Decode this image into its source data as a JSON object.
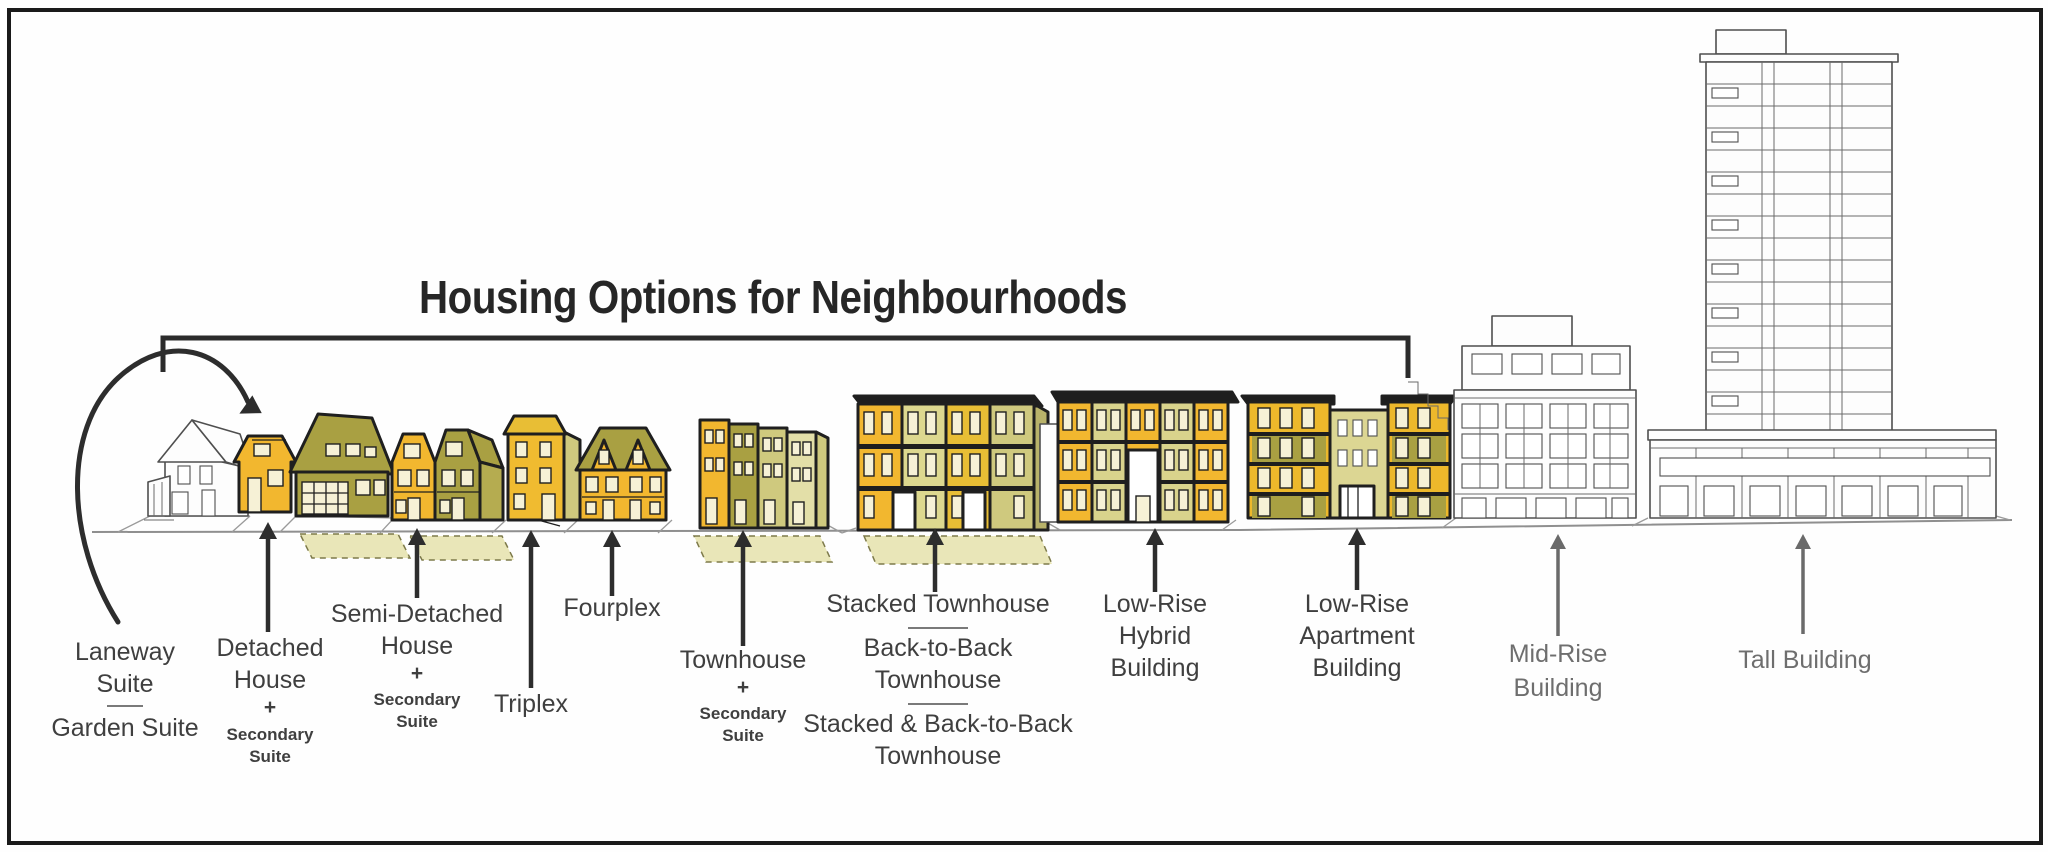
{
  "title": "Housing Options for Neighbourhoods",
  "colors": {
    "highlight_yellow": "#F2B72F",
    "highlight_gold": "#E8BE35",
    "highlight_olive": "#A9A042",
    "highlight_khaki": "#CFC97E",
    "highlight_pale": "#DDD88F",
    "ground_tint": "#E9E6B8",
    "ink": "#2d2d2d",
    "gray_label": "#6e6e6e"
  },
  "labels": {
    "laneway": {
      "l1": "Laneway",
      "l2": "Suite",
      "l3": "Garden Suite"
    },
    "detached": {
      "l1": "Detached",
      "l2": "House",
      "plus": "+",
      "s1": "Secondary",
      "s2": "Suite"
    },
    "semi": {
      "l1": "Semi-Detached",
      "l2": "House",
      "plus": "+",
      "s1": "Secondary",
      "s2": "Suite"
    },
    "triplex": {
      "l1": "Triplex"
    },
    "fourplex": {
      "l1": "Fourplex"
    },
    "townhouse": {
      "l1": "Townhouse",
      "plus": "+",
      "s1": "Secondary",
      "s2": "Suite"
    },
    "stacked": {
      "l1": "Stacked Townhouse",
      "l2": "Back-to-Back",
      "l3": "Townhouse",
      "l4": "Stacked & Back-to-Back",
      "l5": "Townhouse"
    },
    "hybrid": {
      "l1": "Low-Rise",
      "l2": "Hybrid",
      "l3": "Building"
    },
    "apartment": {
      "l1": "Low-Rise",
      "l2": "Apartment",
      "l3": "Building"
    },
    "midrise": {
      "l1": "Mid-Rise",
      "l2": "Building"
    },
    "tall": {
      "l1": "Tall Building"
    }
  }
}
